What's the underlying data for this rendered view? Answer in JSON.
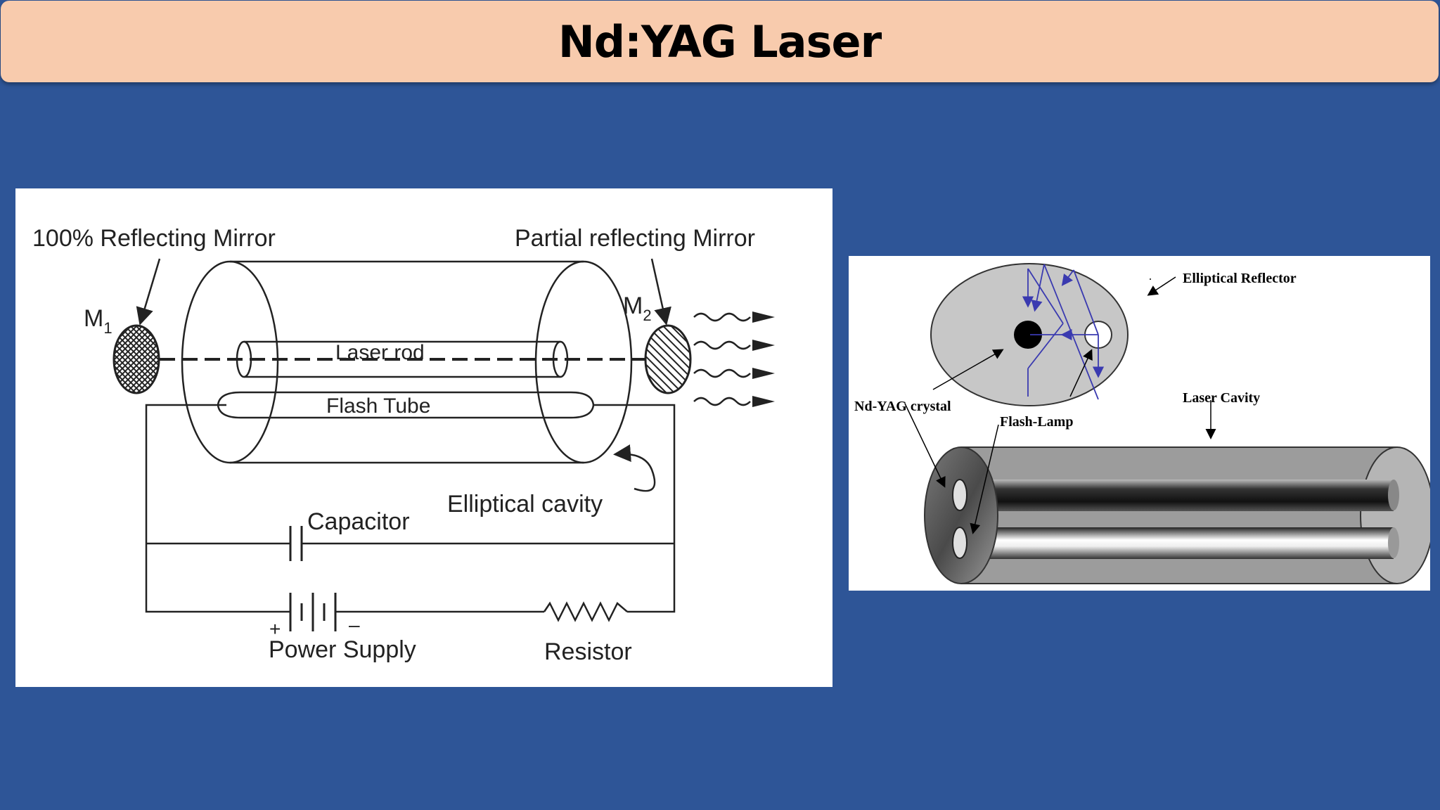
{
  "title": "Nd:YAG Laser",
  "left_diagram": {
    "mirror_m1_label": "100% Reflecting Mirror",
    "mirror_m2_label": "Partial reflecting Mirror",
    "m1": "M",
    "m1_sub": "1",
    "m2": "M",
    "m2_sub": "2",
    "laser_rod": "Laser rod",
    "flash_tube": "Flash Tube",
    "elliptical_cavity": "Elliptical cavity",
    "capacitor": "Capacitor",
    "power_supply": "Power Supply",
    "resistor": "Resistor",
    "plus": "+",
    "minus": "–"
  },
  "right_diagram": {
    "elliptical_reflector": "Elliptical Reflector",
    "nd_yag_crystal": "Nd-YAG crystal",
    "flash_lamp": "Flash-Lamp",
    "laser_cavity": "Laser Cavity"
  },
  "colors": {
    "background": "#2e5597",
    "title_bar": "#f8cbad",
    "ray_arrows": "#3a3ab0"
  }
}
